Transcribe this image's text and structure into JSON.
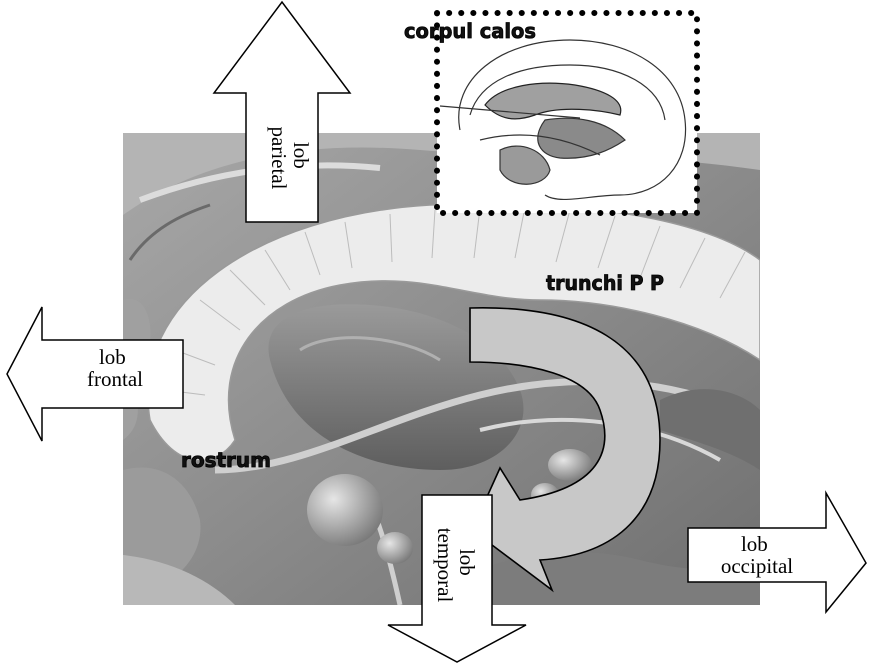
{
  "labels": {
    "corpus_callosum": "corpul calos",
    "trunk": "trunchi P P",
    "rostrum": "rostrum"
  },
  "arrows": {
    "parietal": [
      "lob",
      "parietal"
    ],
    "frontal": [
      "lob",
      "frontal"
    ],
    "temporal": [
      "lob",
      "temporal"
    ],
    "occipital": [
      "lob",
      "occipital"
    ]
  },
  "colors": {
    "background": "#ffffff",
    "brain_base": "#8a8a8a",
    "callosum_fibers": "#ececec",
    "curved_arrow_fill": "#c8c8c8",
    "outline": "#000000"
  }
}
